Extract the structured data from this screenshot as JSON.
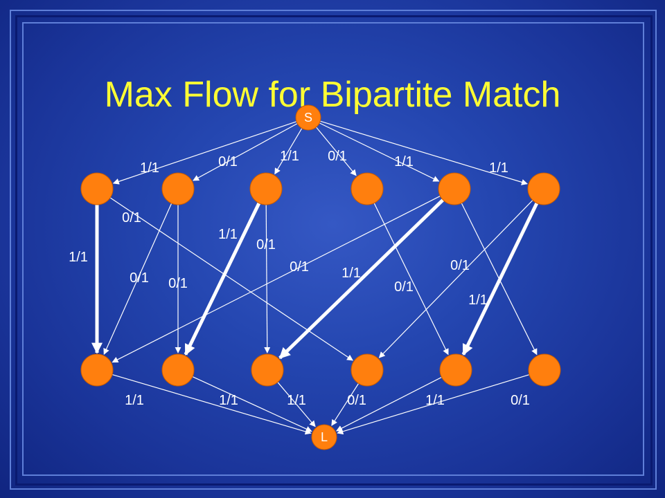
{
  "title": "Max Flow for Bipartite Match",
  "colors": {
    "node_fill": "#ff7f0e",
    "edge": "#ffffff",
    "title": "#ffff33",
    "background": "#1f3da8"
  },
  "nodes": {
    "source": "S",
    "sink": "L",
    "left": [
      "",
      "",
      "",
      "",
      "",
      ""
    ],
    "right": [
      "",
      "",
      "",
      "",
      "",
      ""
    ]
  },
  "source_edges": [
    {
      "to": 0,
      "label": "1/1",
      "flow": 1
    },
    {
      "to": 1,
      "label": "0/1",
      "flow": 0
    },
    {
      "to": 2,
      "label": "1/1",
      "flow": 1
    },
    {
      "to": 3,
      "label": "0/1",
      "flow": 0
    },
    {
      "to": 4,
      "label": "1/1",
      "flow": 1
    },
    {
      "to": 5,
      "label": "1/1",
      "flow": 1
    }
  ],
  "middle_edges": [
    {
      "from": 0,
      "to": 0,
      "label": "1/1",
      "flow": 1
    },
    {
      "from": 0,
      "to": 3,
      "label": "0/1",
      "flow": 0
    },
    {
      "from": 1,
      "to": 0,
      "label": "0/1",
      "flow": 0
    },
    {
      "from": 1,
      "to": 1,
      "label": "0/1",
      "flow": 0
    },
    {
      "from": 2,
      "to": 1,
      "label": "1/1",
      "flow": 1
    },
    {
      "from": 2,
      "to": 2,
      "label": "0/1",
      "flow": 0
    },
    {
      "from": 3,
      "to": 4,
      "label": "0/1",
      "flow": 0
    },
    {
      "from": 4,
      "to": 0,
      "label": "0/1",
      "flow": 0
    },
    {
      "from": 4,
      "to": 2,
      "label": "1/1",
      "flow": 1
    },
    {
      "from": 4,
      "to": 5,
      "label": "",
      "flow": 0
    },
    {
      "from": 5,
      "to": 3,
      "label": "0/1",
      "flow": 0
    },
    {
      "from": 5,
      "to": 4,
      "label": "1/1",
      "flow": 1
    }
  ],
  "sink_edges": [
    {
      "from": 0,
      "label": "1/1",
      "flow": 1
    },
    {
      "from": 1,
      "label": "1/1",
      "flow": 1
    },
    {
      "from": 2,
      "label": "1/1",
      "flow": 1
    },
    {
      "from": 3,
      "label": "0/1",
      "flow": 0
    },
    {
      "from": 4,
      "label": "1/1",
      "flow": 1
    },
    {
      "from": 5,
      "label": "0/1",
      "flow": 0
    }
  ]
}
